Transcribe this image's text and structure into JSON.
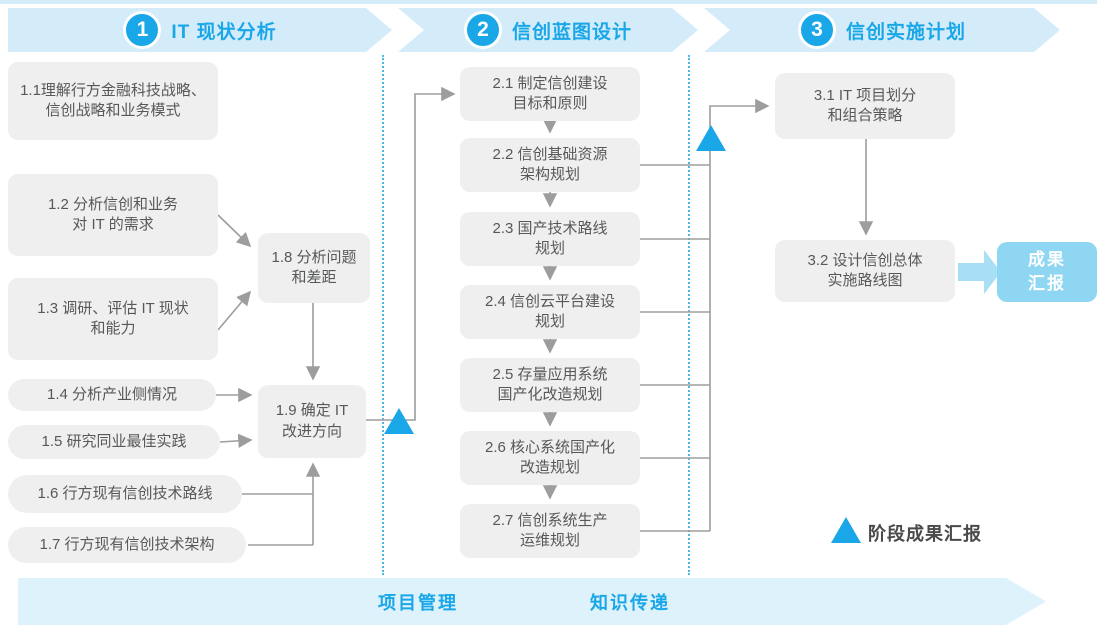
{
  "palette": {
    "band_bg": "#d4ecfa",
    "accent_blue": "#1aa7e8",
    "box_bg": "#efefef",
    "box_text": "#57585a",
    "connector_gray": "#9d9d9d",
    "deliverable_bg": "#8ed6f2",
    "deliverable_arrow": "#a8def6",
    "bottom_band_bg": "#def2fb",
    "divider_blue": "#4fb7e8",
    "legend_text": "#4a4a4a"
  },
  "phases": [
    {
      "number": "1",
      "title": "IT 现状分析"
    },
    {
      "number": "2",
      "title": "信创蓝图设计"
    },
    {
      "number": "3",
      "title": "信创实施计划"
    }
  ],
  "phase1": {
    "boxes": [
      {
        "label": "1.1理解行方金融科技战略、\n信创战略和业务模式"
      },
      {
        "label": "1.2 分析信创和业务\n对 IT 的需求"
      },
      {
        "label": "1.3 调研、评估 IT 现状\n和能力"
      },
      {
        "label": "1.4 分析产业侧情况"
      },
      {
        "label": "1.5 研究同业最佳实践"
      },
      {
        "label": "1.6 行方现有信创技术路线"
      },
      {
        "label": "1.7 行方现有信创技术架构"
      },
      {
        "label": "1.8 分析问题\n和差距"
      },
      {
        "label": "1.9 确定 IT\n改进方向"
      }
    ]
  },
  "phase2": {
    "boxes": [
      {
        "label": "2.1 制定信创建设\n目标和原则"
      },
      {
        "label": "2.2 信创基础资源\n架构规划"
      },
      {
        "label": "2.3 国产技术路线\n规划"
      },
      {
        "label": "2.4 信创云平台建设\n规划"
      },
      {
        "label": "2.5 存量应用系统\n国产化改造规划"
      },
      {
        "label": "2.6 核心系统国产化\n改造规划"
      },
      {
        "label": "2.7 信创系统生产\n运维规划"
      }
    ]
  },
  "phase3": {
    "boxes": [
      {
        "label": "3.1 IT 项目划分\n和组合策略"
      },
      {
        "label": "3.2 设计信创总体\n实施路线图"
      }
    ]
  },
  "deliverable": {
    "label": "成果\n汇报"
  },
  "legend": {
    "label": "阶段成果汇报"
  },
  "bottom_band": {
    "labels": [
      "项目管理",
      "知识传递"
    ]
  }
}
